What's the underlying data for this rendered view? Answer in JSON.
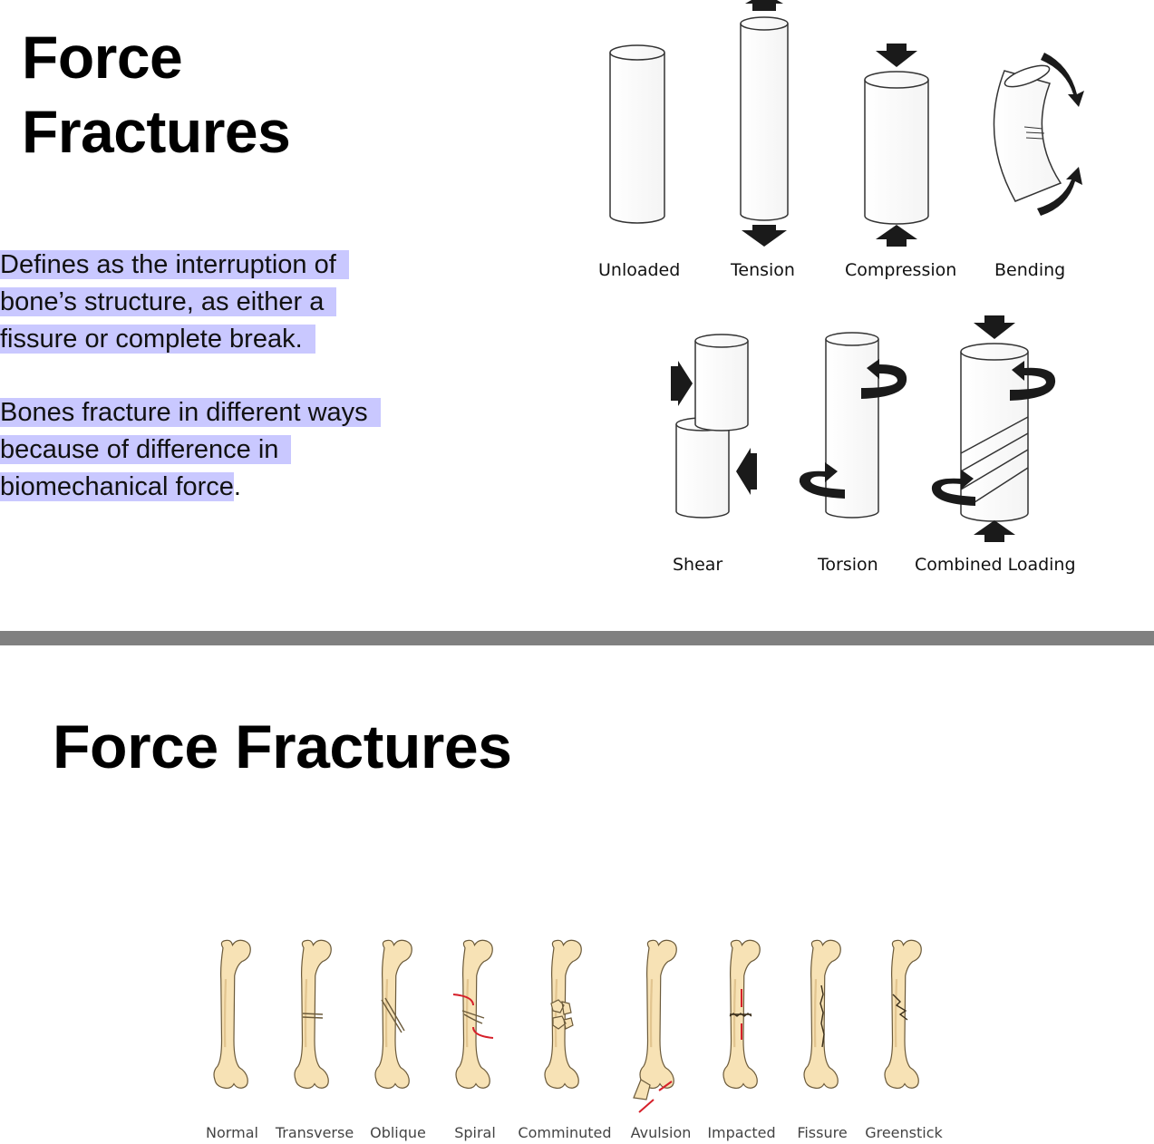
{
  "slide1": {
    "title_line1": "Force",
    "title_line2": "Fractures",
    "paragraph1": [
      "Defines as the interruption of",
      "bone’s structure, as either a",
      "fissure or complete break."
    ],
    "paragraph2": [
      "Bones fracture in different ways",
      "because of difference in",
      "biomechanical force",
      "."
    ],
    "load_labels": [
      "Unloaded",
      "Tension",
      "Compression",
      "Bending",
      "Shear",
      "Torsion",
      "Combined Loading"
    ]
  },
  "slide2": {
    "title": "Force Fractures",
    "fracture_labels": [
      "Normal",
      "Transverse",
      "Oblique",
      "Spiral",
      "Comminuted",
      "Avulsion",
      "Impacted",
      "Fissure",
      "Greenstick"
    ]
  },
  "colors": {
    "highlight": "#c9c8ff",
    "bone_fill": "#f7e2b5",
    "bone_outline": "#6b5a3a",
    "arrow_red": "#d6202a",
    "divider": "#808080"
  }
}
